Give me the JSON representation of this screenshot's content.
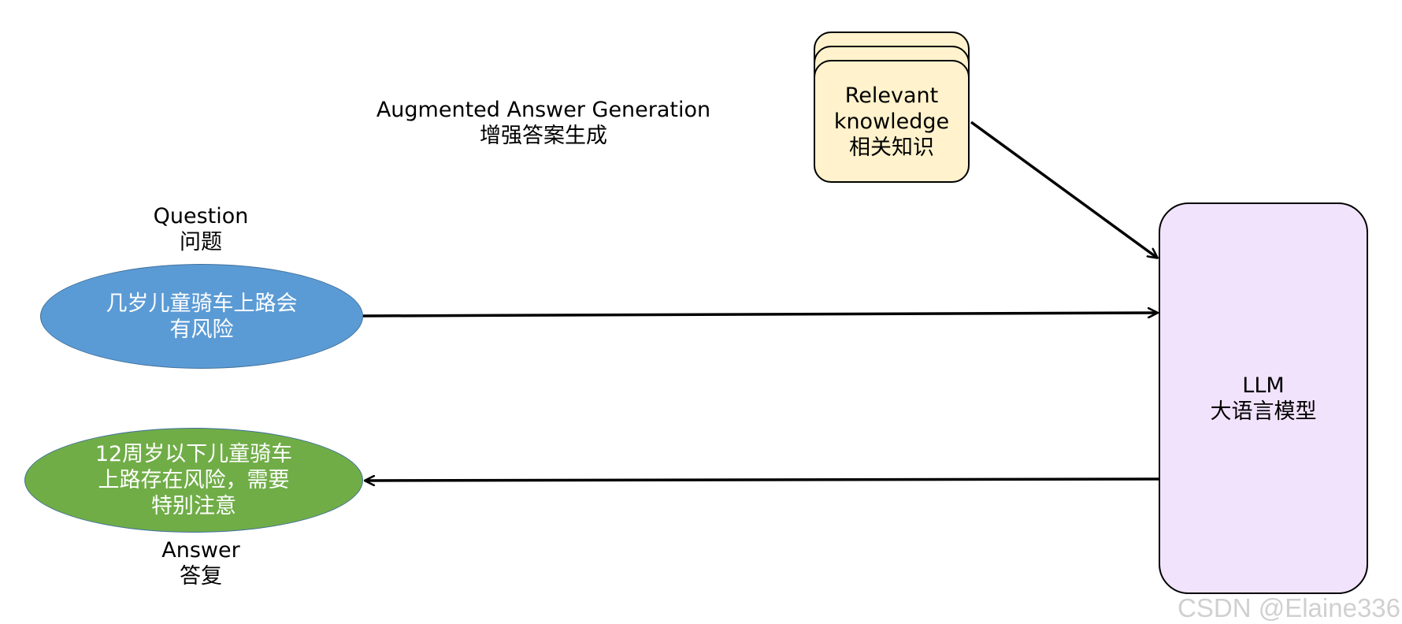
{
  "title": {
    "en": "Augmented Answer Generation",
    "zh": "增强答案生成"
  },
  "question": {
    "label_en": "Question",
    "label_zh": "问题",
    "text_line1": "几岁儿童骑车上路会",
    "text_line2": "有风险"
  },
  "answer": {
    "label_en": "Answer",
    "label_zh": "答复",
    "text_line1": "12周岁以下儿童骑车",
    "text_line2": "上路存在风险，需要",
    "text_line3": "特别注意"
  },
  "knowledge": {
    "line1": "Relevant",
    "line2": "knowledge",
    "line3": "相关知识"
  },
  "llm": {
    "line1": "LLM",
    "line2": "大语言模型"
  },
  "watermark": "CSDN @Elaine336",
  "colors": {
    "question_fill": "#5b9bd5",
    "answer_fill": "#70ad47",
    "knowledge_fill": "#fff2cc",
    "llm_fill": "#f2e3fc",
    "arrow": "#000000"
  }
}
